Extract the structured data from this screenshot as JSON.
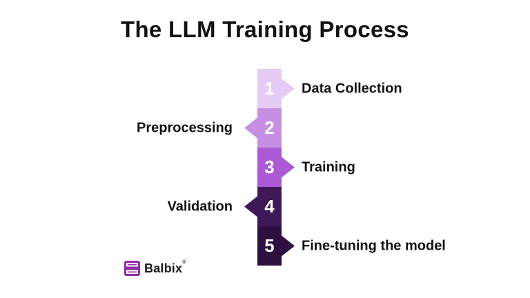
{
  "title": "The LLM Training Process",
  "steps": [
    {
      "number": "1",
      "label": "Data Collection",
      "side": "right",
      "color": "#E4CCF4"
    },
    {
      "number": "2",
      "label": "Preprocessing",
      "side": "left",
      "color": "#C78FE2"
    },
    {
      "number": "3",
      "label": "Training",
      "side": "right",
      "color": "#AC59D6"
    },
    {
      "number": "4",
      "label": "Validation",
      "side": "left",
      "color": "#3F1957"
    },
    {
      "number": "5",
      "label": "Fine-tuning the model",
      "side": "right",
      "color": "#2E1040"
    }
  ],
  "logo": {
    "brand": "Balbix",
    "registered": "®",
    "icon_color": "#8E2BA6"
  },
  "palette": {
    "background": "#FFFFFF",
    "title_text": "#111111",
    "label_text": "#111111",
    "number_text": "#FFFFFF"
  }
}
